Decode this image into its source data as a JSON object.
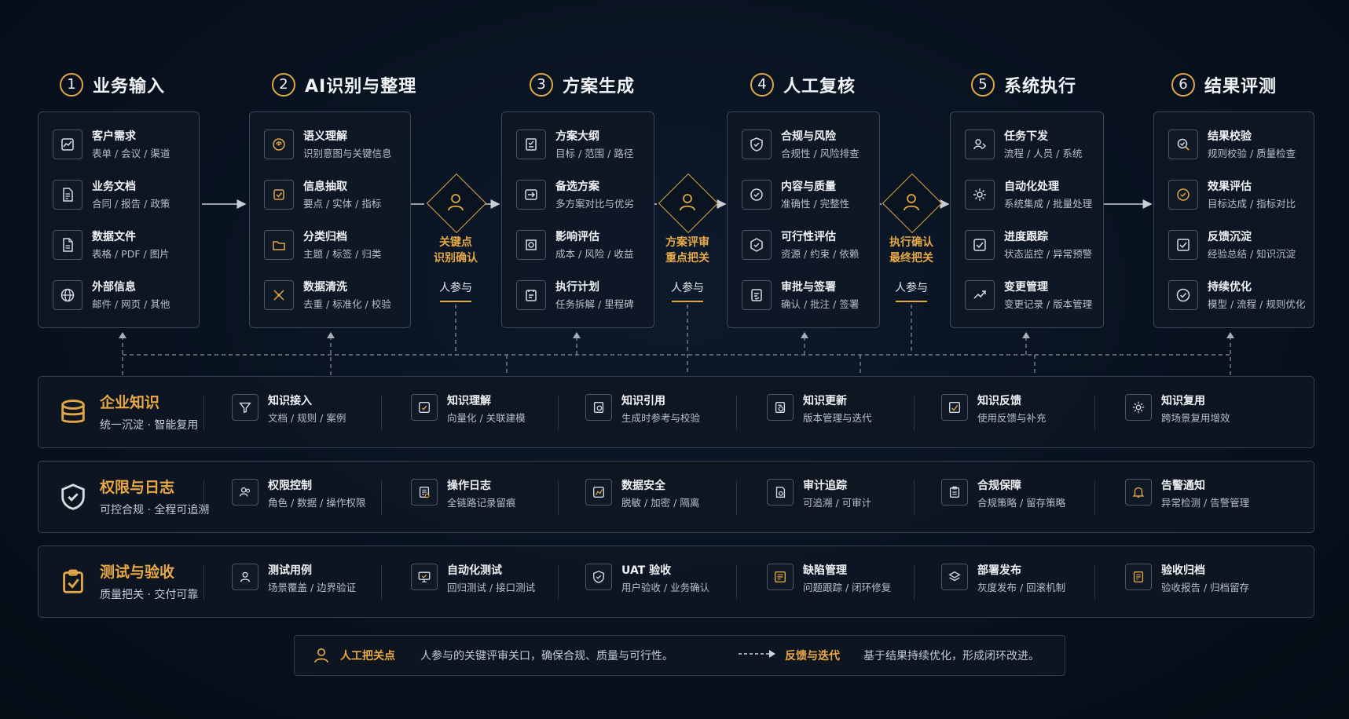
{
  "stages": [
    {
      "num": "1",
      "title": "业务输入"
    },
    {
      "num": "2",
      "title": "AI识别与整理"
    },
    {
      "num": "3",
      "title": "方案生成"
    },
    {
      "num": "4",
      "title": "人工复核"
    },
    {
      "num": "5",
      "title": "系统执行"
    },
    {
      "num": "6",
      "title": "结果评测"
    }
  ],
  "cards": [
    {
      "items": [
        {
          "title": "客户需求",
          "sub": "表单 / 会议 / 渠道",
          "icon": "chart-icon"
        },
        {
          "title": "业务文档",
          "sub": "合同 / 报告 / 政策",
          "icon": "document-icon"
        },
        {
          "title": "数据文件",
          "sub": "表格 / PDF / 图片",
          "icon": "file-icon"
        },
        {
          "title": "外部信息",
          "sub": "邮件 / 网页 / 其他",
          "icon": "globe-icon"
        }
      ]
    },
    {
      "items": [
        {
          "title": "语义理解",
          "sub": "识别意图与关键信息",
          "icon": "brain-icon"
        },
        {
          "title": "信息抽取",
          "sub": "要点 / 实体 / 指标",
          "icon": "extract-icon"
        },
        {
          "title": "分类归档",
          "sub": "主题 / 标签 / 归类",
          "icon": "folder-icon"
        },
        {
          "title": "数据清洗",
          "sub": "去重 / 标准化 / 校验",
          "icon": "clean-icon"
        }
      ]
    },
    {
      "items": [
        {
          "title": "方案大纲",
          "sub": "目标 / 范围 / 路径",
          "icon": "outline-icon"
        },
        {
          "title": "备选方案",
          "sub": "多方案对比与优劣",
          "icon": "compare-icon"
        },
        {
          "title": "影响评估",
          "sub": "成本 / 风险 / 收益",
          "icon": "assess-icon"
        },
        {
          "title": "执行计划",
          "sub": "任务拆解 / 里程碑",
          "icon": "plan-icon"
        }
      ]
    },
    {
      "items": [
        {
          "title": "合规与风险",
          "sub": "合规性 / 风险排查",
          "icon": "shield-check-icon"
        },
        {
          "title": "内容与质量",
          "sub": "准确性 / 完整性",
          "icon": "quality-icon"
        },
        {
          "title": "可行性评估",
          "sub": "资源 / 约束 / 依赖",
          "icon": "feasibility-icon"
        },
        {
          "title": "审批与签署",
          "sub": "确认 / 批注 / 签署",
          "icon": "sign-icon"
        }
      ]
    },
    {
      "items": [
        {
          "title": "任务下发",
          "sub": "流程 / 人员 / 系统",
          "icon": "dispatch-icon"
        },
        {
          "title": "自动化处理",
          "sub": "系统集成 / 批量处理",
          "icon": "automation-icon"
        },
        {
          "title": "进度跟踪",
          "sub": "状态监控 / 异常预警",
          "icon": "progress-icon"
        },
        {
          "title": "变更管理",
          "sub": "变更记录 / 版本管理",
          "icon": "change-icon"
        }
      ]
    },
    {
      "items": [
        {
          "title": "结果校验",
          "sub": "规则校验 / 质量检查",
          "icon": "verify-icon"
        },
        {
          "title": "效果评估",
          "sub": "目标达成 / 指标对比",
          "icon": "target-icon"
        },
        {
          "title": "反馈沉淀",
          "sub": "经验总结 / 知识沉淀",
          "icon": "feedback-icon"
        },
        {
          "title": "持续优化",
          "sub": "模型 / 流程 / 规则优化",
          "icon": "check-circle-icon"
        }
      ]
    }
  ],
  "checkpoints": [
    {
      "line1": "关键点",
      "line2": "识别确认",
      "people": "人参与"
    },
    {
      "line1": "方案评审",
      "line2": "重点把关",
      "people": "人参与"
    },
    {
      "line1": "执行确认",
      "line2": "最终把关",
      "people": "人参与"
    }
  ],
  "bands": [
    {
      "title": "企业知识",
      "sub": "统一沉淀 · 智能复用",
      "icon": "database-icon",
      "items": [
        {
          "title": "知识接入",
          "sub": "文档 / 规则 / 案例",
          "icon": "funnel-icon"
        },
        {
          "title": "知识理解",
          "sub": "向量化 / 关联建模",
          "icon": "understand-icon"
        },
        {
          "title": "知识引用",
          "sub": "生成时参考与校验",
          "icon": "reference-icon"
        },
        {
          "title": "知识更新",
          "sub": "版本管理与迭代",
          "icon": "update-icon"
        },
        {
          "title": "知识反馈",
          "sub": "使用反馈与补充",
          "icon": "feedback-check-icon"
        },
        {
          "title": "知识复用",
          "sub": "跨场景复用增效",
          "icon": "gear-icon"
        }
      ]
    },
    {
      "title": "权限与日志",
      "sub": "可控合规 · 全程可追溯",
      "icon": "shield-check-icon",
      "items": [
        {
          "title": "权限控制",
          "sub": "角色 / 数据 / 操作权限",
          "icon": "users-icon"
        },
        {
          "title": "操作日志",
          "sub": "全链路记录留痕",
          "icon": "log-icon"
        },
        {
          "title": "数据安全",
          "sub": "脱敏 / 加密 / 隔离",
          "icon": "secure-icon"
        },
        {
          "title": "审计追踪",
          "sub": "可追溯 / 可审计",
          "icon": "audit-icon"
        },
        {
          "title": "合规保障",
          "sub": "合规策略 / 留存策略",
          "icon": "clipboard-icon"
        },
        {
          "title": "告警通知",
          "sub": "异常检测 / 告警管理",
          "icon": "bell-icon"
        }
      ]
    },
    {
      "title": "测试与验收",
      "sub": "质量把关 · 交付可靠",
      "icon": "clipboard-check-icon",
      "items": [
        {
          "title": "测试用例",
          "sub": "场景覆盖 / 边界验证",
          "icon": "user-icon"
        },
        {
          "title": "自动化测试",
          "sub": "回归测试 / 接口测试",
          "icon": "monitor-icon"
        },
        {
          "title": "UAT 验收",
          "sub": "用户验收 / 业务确认",
          "icon": "shield-icon"
        },
        {
          "title": "缺陷管理",
          "sub": "问题跟踪 / 闭环修复",
          "icon": "bug-list-icon"
        },
        {
          "title": "部署发布",
          "sub": "灰度发布 / 回滚机制",
          "icon": "layers-icon"
        },
        {
          "title": "验收归档",
          "sub": "验收报告 / 归档留存",
          "icon": "archive-icon"
        }
      ]
    }
  ],
  "legend": {
    "checkpoint_label": "人工把关点",
    "checkpoint_desc": "人参与的关键评审关口，确保合规、质量与可行性。",
    "feedback_label": "反馈与迭代",
    "feedback_desc": "基于结果持续优化，形成闭环改进。"
  },
  "colors": {
    "accent": "#e0a744",
    "text": "#e8edf3",
    "muted": "#b7bfca",
    "border": "#3a4656"
  }
}
